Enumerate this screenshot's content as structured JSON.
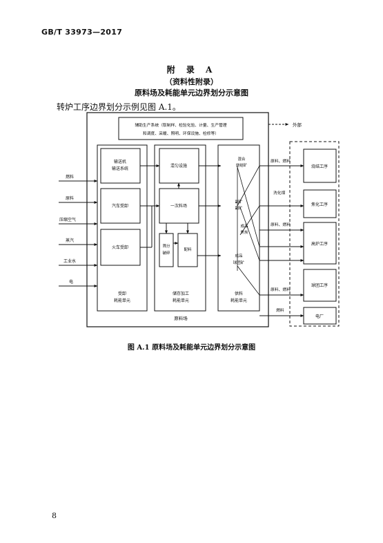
{
  "header": {
    "standard": "GB/T 33973—2017"
  },
  "annex": {
    "title": "附 录 A",
    "type": "（资料性附录）",
    "name": "原料场及耗能单元边界划分示意图"
  },
  "intro": "转炉工序边界划分示例见图 A.1。",
  "diagram": {
    "aux_line1": "辅助生产系统（取制样、检验化验、计量、生产管理",
    "aux_line2": "和调度、采暖、照明、环保设施、检修等）",
    "outside_label": "外部",
    "yard_label": "原料场",
    "inputs": [
      "燃料",
      "原料",
      "压缩空气",
      "蒸汽",
      "工业水",
      "电"
    ],
    "unloading": {
      "belt1": "输送机",
      "belt2": "输送系统",
      "truck": "汽车受卸",
      "train": "火车受卸",
      "unit1": "受卸",
      "unit2": "耗能单元"
    },
    "storage": {
      "mixing": "混匀设施",
      "primary": "一次料场",
      "crush1": "筛分",
      "crush2": "破碎",
      "blend": "配料",
      "unit1": "储存加工",
      "unit2": "耗能单元"
    },
    "supply": {
      "ore1_a": "混合",
      "ore1_b": "烧结矿",
      "ore2_a": "副矿",
      "ore2_b": "副矿",
      "coal_a": "成品",
      "coal_b": "焦炭",
      "pellet_a": "成品",
      "pellet_b": "球团矿",
      "unit1": "供料",
      "unit2": "耗能单元"
    },
    "flow_labels": [
      "原料、燃料",
      "洗化煤",
      "原料、燃料",
      "原料、燃料",
      "燃料"
    ],
    "processes": [
      "烧结工序",
      "焦化工序",
      "高炉工序",
      "球团工序",
      "电厂"
    ]
  },
  "figure_caption": "图 A.1  原料场及耗能单元边界划分示意图",
  "page_number": "8"
}
